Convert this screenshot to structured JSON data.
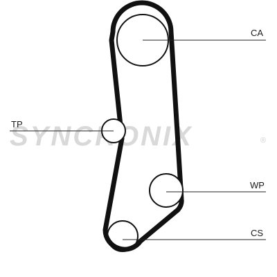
{
  "diagram": {
    "labels": {
      "ca": "CA",
      "tp": "TP",
      "wp": "WP",
      "cs": "CS"
    },
    "watermark": {
      "text": "SYNCRONIX",
      "mark": "®"
    },
    "colors": {
      "belt": "#111111",
      "pulley": "#111111",
      "leader": "#222222",
      "watermark": "#d9d9d9"
    }
  }
}
